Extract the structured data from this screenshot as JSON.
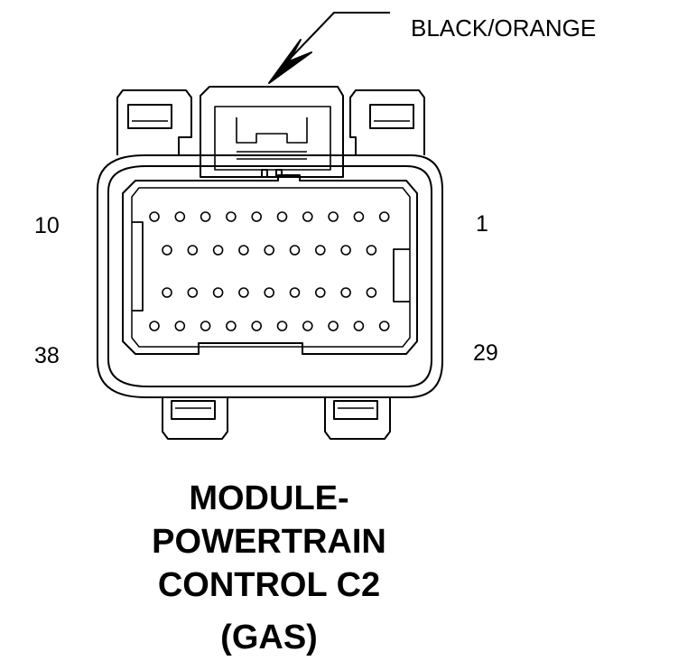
{
  "wire_label": "BLACK/ORANGE",
  "pin_labels": {
    "top_left": "10",
    "top_right": "1",
    "bottom_left": "38",
    "bottom_right": "29"
  },
  "title": {
    "line1": "MODULE-",
    "line2": "POWERTRAIN",
    "line3": "CONTROL C2",
    "line4": "(GAS)"
  },
  "pin_rows": [
    10,
    9,
    9,
    10
  ],
  "colors": {
    "line": "#000000",
    "background": "#ffffff"
  }
}
